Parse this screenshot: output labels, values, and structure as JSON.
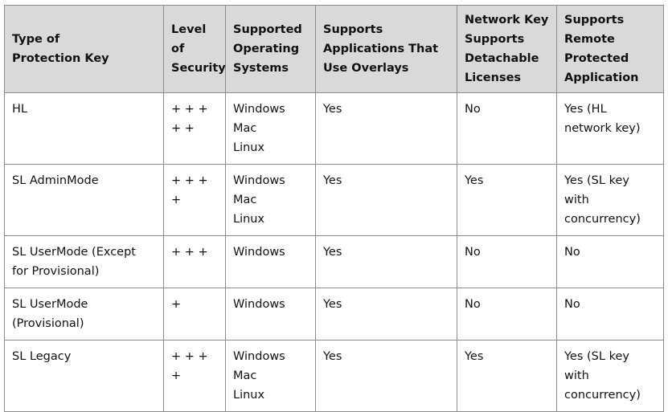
{
  "headers": [
    "Type of\nProtection Key",
    "Level of\nSecurity",
    "Supported\nOperating\nSystems",
    "Supports\nApplications That\nUse Overlays",
    "Network Key\nSupports\nDetachable\nLicenses",
    "Supports\nRemote\nProtected\nApplication"
  ],
  "rows": [
    [
      "HL",
      "+ + + + +",
      "Windows\nMac\nLinux",
      "Yes",
      "No",
      "Yes (HL\nnetwork key)"
    ],
    [
      "SL AdminMode",
      "+ + + +",
      "Windows\nMac\nLinux",
      "Yes",
      "Yes",
      "Yes (SL key\nwith\nconcurrency)"
    ],
    [
      "SL UserMode (Except\nfor Provisional)",
      "+ + +",
      "Windows",
      "Yes",
      "No",
      "No"
    ],
    [
      "SL UserMode\n(Provisional)",
      "+",
      "Windows",
      "Yes",
      "No",
      "No"
    ],
    [
      "SL Legacy",
      "+ + + +",
      "Windows\nMac\nLinux",
      "Yes",
      "Yes",
      "Yes (SL key\nwith\nconcurrency)"
    ]
  ]
}
